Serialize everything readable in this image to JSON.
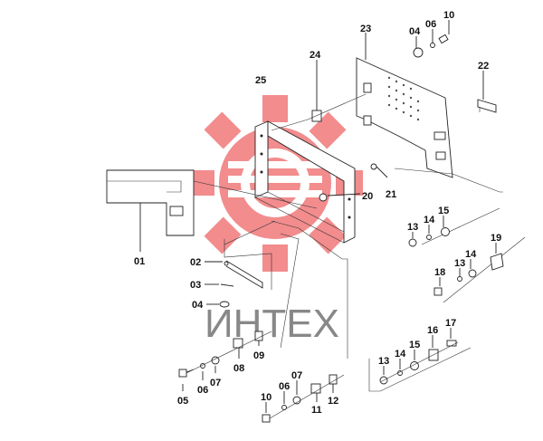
{
  "watermark": {
    "text": "ИНТЕХ",
    "gear_color": "#f0787a"
  },
  "labels": {
    "l01": "01",
    "l02": "02",
    "l03": "03",
    "l04a": "04",
    "l05": "05",
    "l06a": "06",
    "l07a": "07",
    "l08": "08",
    "l09": "09",
    "l10a": "10",
    "l06b": "06",
    "l07b": "07",
    "l11": "11",
    "l12": "12",
    "l13a": "13",
    "l14a": "14",
    "l15a": "15",
    "l16": "16",
    "l17": "17",
    "l18": "18",
    "l13b": "13",
    "l14b": "14",
    "l19": "19",
    "l13c": "13",
    "l14c": "14",
    "l15c": "15",
    "l20": "20",
    "l21": "21",
    "l22": "22",
    "l23": "23",
    "l04b": "04",
    "l06c": "06",
    "l10b": "10",
    "l24": "24",
    "l25": "25"
  }
}
